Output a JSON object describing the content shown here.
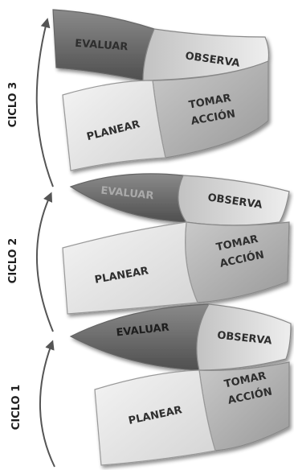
{
  "cycles": [
    {
      "label": "CICLO 3",
      "evaluar": "EVALUAR",
      "observar": "OBSERVA",
      "planear": "PLANEAR",
      "tomar": "TOMAR",
      "accion": "ACCIÓN"
    },
    {
      "label": "CICLO 2",
      "evaluar": "EVALUAR",
      "observar": "OBSERVA",
      "planear": "PLANEAR",
      "tomar": "TOMAR",
      "accion": "ACCIÓN"
    },
    {
      "label": "CICLO 1",
      "evaluar": "EVALUAR",
      "observar": "OBSERVA",
      "planear": "PLANEAR",
      "tomar": "TOMAR",
      "accion": "ACCIÓN"
    }
  ],
  "colors": {
    "dark": "#6b6b6b",
    "darker": "#555555",
    "light": "#e6e6e6",
    "mid": "#b4b4b4",
    "midlight": "#cfcfcf",
    "outline": "#8a8a8a",
    "text": "#2e2e2e"
  }
}
